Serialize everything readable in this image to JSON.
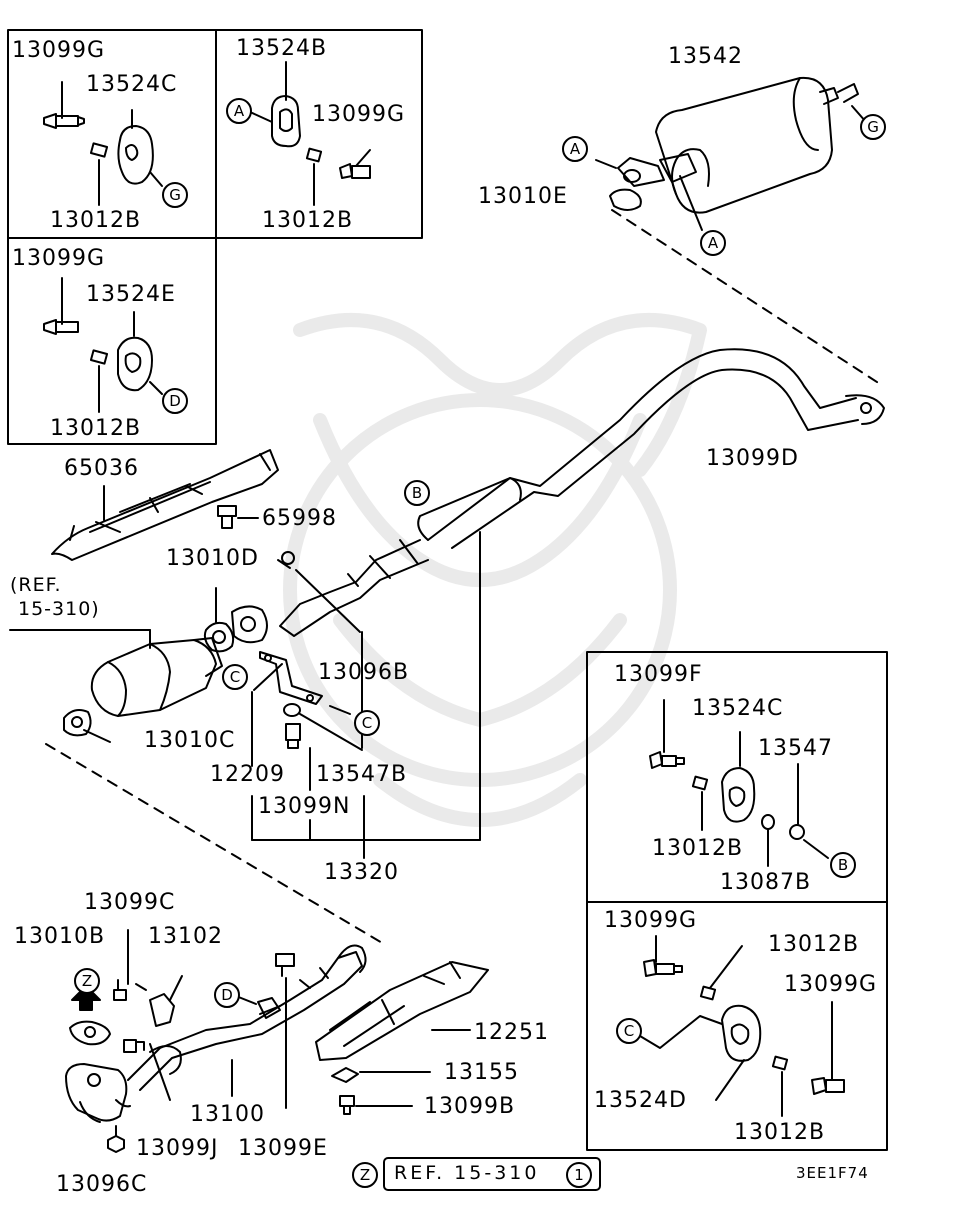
{
  "inset_top_left_1": {
    "bolt": "13099G",
    "insulator": "13524C",
    "pin": "13012B",
    "marker": "G"
  },
  "inset_top_left_2": {
    "insulator": "13524B",
    "bolt": "13099G",
    "pin": "13012B",
    "marker": "A"
  },
  "inset_top_left_3": {
    "bolt": "13099G",
    "insulator": "13524E",
    "pin": "13012B",
    "marker": "D"
  },
  "muffler": {
    "part": "13542",
    "gasket": "13010E",
    "marker_a1": "A",
    "marker_a2": "A",
    "marker_g": "G"
  },
  "main_pipe": {
    "bolt_rear": "13099D",
    "heat_shield": "65036",
    "shield_bolt": "65998",
    "gasket_front": "13010D",
    "ref_text_1": "(REF.",
    "ref_text_2": "15-310)",
    "nut": "13096B",
    "gasket_cat": "13010C",
    "bracket": "12209",
    "washer": "13547B",
    "bolt": "13099N",
    "assembly": "13320",
    "marker_b": "B",
    "marker_c1": "C",
    "marker_c2": "C"
  },
  "inset_right_1": {
    "bolt": "13099F",
    "insulator": "13524C",
    "washer": "13547",
    "pin": "13012B",
    "spacer": "13087B",
    "marker": "B"
  },
  "inset_right_2": {
    "bolt_top": "13099G",
    "pin_top": "13012B",
    "bolt_right": "13099G",
    "insulator": "13524D",
    "pin_bottom": "13012B",
    "marker": "C"
  },
  "front_pipe": {
    "bolt_c": "13099C",
    "gasket": "13010B",
    "bracket": "13102",
    "heat_shield": "12251",
    "clip": "13155",
    "bolt_b": "13099B",
    "pipe": "13100",
    "bolt_j": "13099J",
    "bolt_e": "13099E",
    "nut": "13096C",
    "marker_z": "Z",
    "marker_d": "D"
  },
  "footer": {
    "marker_z": "Z",
    "ref": "REF. 15-310",
    "ref_num": "1",
    "code": "3EE1F74"
  }
}
